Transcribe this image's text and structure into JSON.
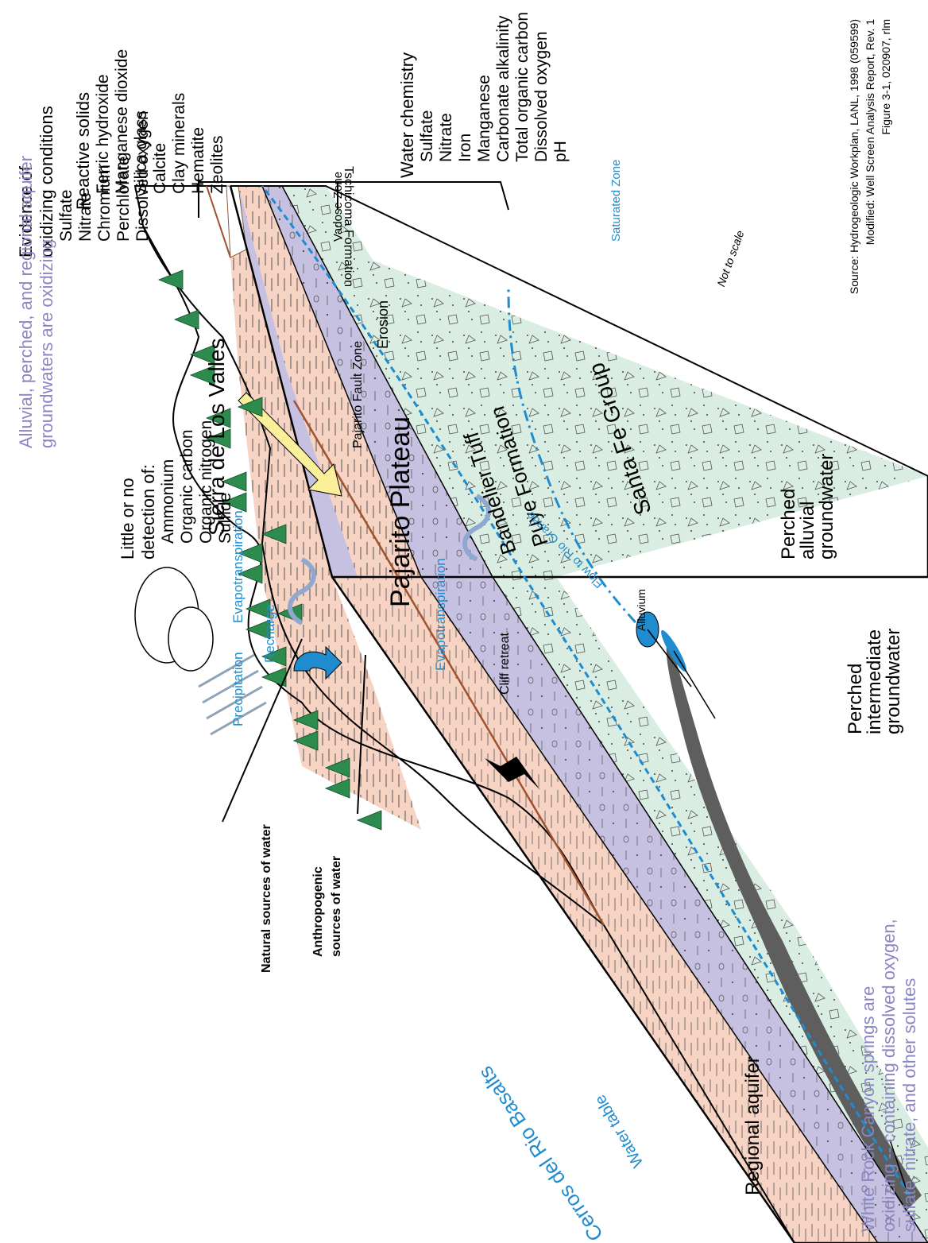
{
  "notes": {
    "oxidizing_heading": [
      "Evidence of",
      "oxidizing conditions"
    ],
    "oxidizing_items": [
      "Sulfate",
      "Nitrate",
      "Chromium",
      "Perchlorate",
      "Dissolved oxygen"
    ],
    "detection_heading": [
      "Little or no",
      "detection of:"
    ],
    "detection_items": [
      "Ammonium",
      "Organic carbon",
      "Organic nitrogen",
      "Sulfide"
    ],
    "groundwater_oxidizing": [
      "Alluvial, perched, and regional aquifer",
      "groundwaters are oxidizing"
    ],
    "springs": [
      "White Rock Canyon springs are",
      "oxidizing -- containing dissolved oxygen,",
      "sulfate, nitrate, and other solutes"
    ],
    "reactive_heading": "Reactive solids",
    "reactive_items": [
      "Ferric hydroxide",
      "Manganese dioxide",
      "Silica glass",
      "Calcite",
      "Clay minerals",
      "Hematite",
      "Zeolites"
    ],
    "water_heading": "Water chemistry",
    "water_items": [
      "Sulfate",
      "Nitrate",
      "Iron",
      "Manganese",
      "Carbonate alkalinity",
      "Total organic carbon",
      "Dissolved oxygen",
      "pH"
    ],
    "source": [
      "Source: Hydrogeologic Workplan, LANL, 1998 (059599)",
      "Modified: Well Screen Analysis Report, Rev. 1",
      "Figure 3-1, 020907, rlm"
    ]
  },
  "labels": {
    "sierra": "Sierra de Los Valles",
    "plateau": "Pajarito Plateau",
    "fault_zone": "Pajarito Fault Zone",
    "erosion": "Erosion",
    "tschicoma": "Tschicoma Formation",
    "vadose": "Vadose Zone",
    "saturated": "Saturated Zone",
    "not_to_scale": "Not to scale",
    "bandelier": "Bandelier Tuff",
    "puye": "Puye Formation",
    "santa_fe": "Santa Fe Group",
    "cerros": "Cerros del Rio Basalts",
    "water_table": "Water table",
    "regional_aquifer": "Regional aquifer",
    "alluvium": "Alluvium",
    "flow": "Flow to Rio Grande",
    "evap1": "Evapotranspiration",
    "evap2": "Evapotranspiration",
    "recharge": "Recharge",
    "precipitation": "Precipitation",
    "cliff": "Cliff retreat",
    "natural": "Natural sources of water",
    "anthropogenic": [
      "Anthropogenic",
      "sources of water"
    ],
    "perched_alluvial": [
      "Perched",
      "alluvial",
      "groundwater"
    ],
    "perched_intermediate": [
      "Perched",
      "intermediate",
      "groundwater"
    ]
  },
  "colors": {
    "bandelier": "#f7d3c4",
    "puye": "#c7c1e1",
    "santa_fe": "#d9ede2",
    "basalt": "#5e5e5e",
    "water_blue": "#1f8ccf",
    "purple_text": "#8a86c4",
    "tree_green": "#2e8b4e",
    "erosion_arrow": "#fbef9a"
  }
}
